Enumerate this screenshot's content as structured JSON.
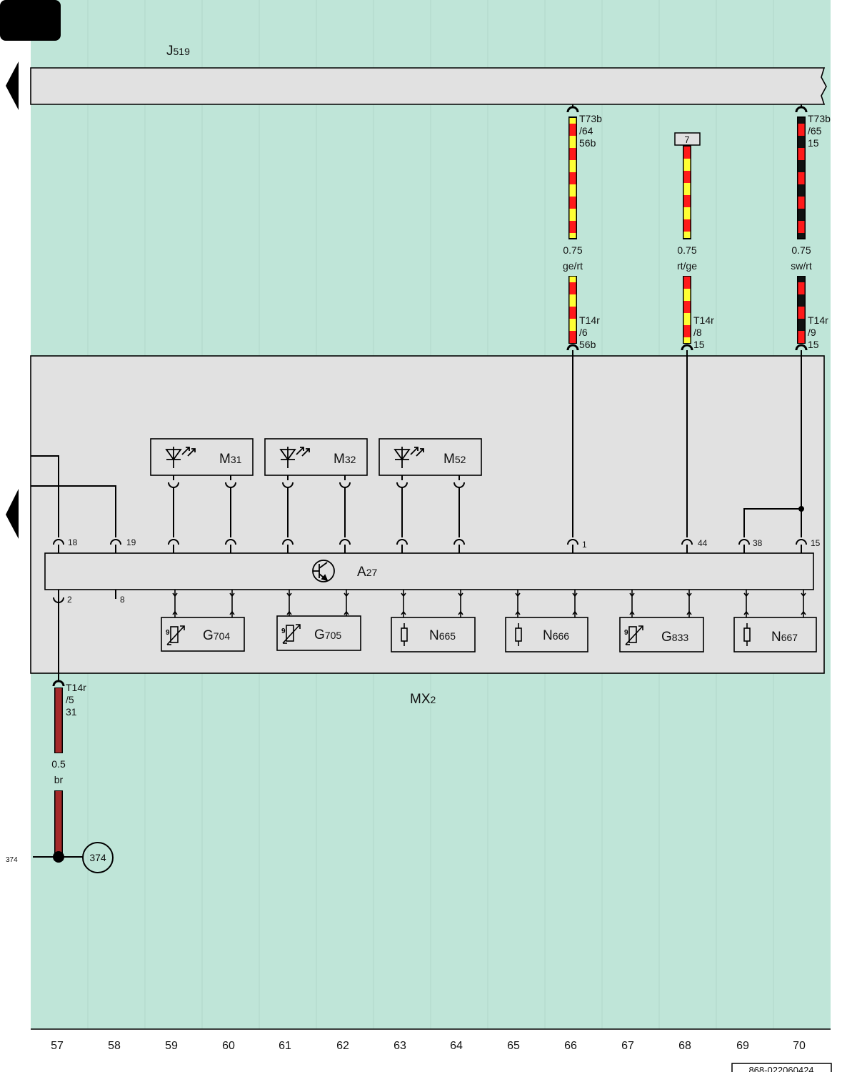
{
  "page_tab": "",
  "control_unit": {
    "prefix": "J",
    "sub": "519"
  },
  "module": {
    "prefix": "MX",
    "sub": "2"
  },
  "central_unit": {
    "prefix": "A",
    "sub": "27"
  },
  "wires": {
    "w66": {
      "top_conn": [
        "T73b",
        "/64",
        "56b"
      ],
      "size": "0.75",
      "color_code": "ge/rt",
      "bottom_conn": [
        "T14r",
        "/6",
        "56b"
      ],
      "pin": "1"
    },
    "w68": {
      "ref_box": "7",
      "size": "0.75",
      "color_code": "rt/ge",
      "bottom_conn": [
        "T14r",
        "/8",
        "15"
      ],
      "pin": "44"
    },
    "w70": {
      "top_conn": [
        "T73b",
        "/65",
        "15"
      ],
      "size": "0.75",
      "color_code": "sw/rt",
      "bottom_conn": [
        "T14r",
        "/9",
        "15"
      ],
      "pin": "15"
    },
    "w57": {
      "conn": [
        "T14r",
        "/5",
        "31"
      ],
      "size": "0.5",
      "color_code": "br",
      "pin": "2"
    }
  },
  "pins_top": {
    "p18": "18",
    "p19": "19",
    "p38": "38"
  },
  "pins_bottom": {
    "p8": "8"
  },
  "components_top": [
    {
      "prefix": "M",
      "sub": "31"
    },
    {
      "prefix": "M",
      "sub": "32"
    },
    {
      "prefix": "M",
      "sub": "52"
    }
  ],
  "components_bottom": [
    {
      "prefix": "G",
      "sub": "704"
    },
    {
      "prefix": "G",
      "sub": "705"
    },
    {
      "prefix": "N",
      "sub": "665"
    },
    {
      "prefix": "N",
      "sub": "666"
    },
    {
      "prefix": "G",
      "sub": "833"
    },
    {
      "prefix": "N",
      "sub": "667"
    }
  ],
  "ground": {
    "label": "374",
    "side_ref": "374"
  },
  "columns": [
    "57",
    "58",
    "59",
    "60",
    "61",
    "62",
    "63",
    "64",
    "65",
    "66",
    "67",
    "68",
    "69",
    "70"
  ],
  "doc_number": "868-022060424",
  "colors": {
    "background": "#bfe5d8",
    "panel": "#e1e1e1",
    "wire_yellow": "#ffff33",
    "wire_red": "#ff1a1a",
    "wire_black": "#111111",
    "wire_brown": "#a52a2a"
  }
}
